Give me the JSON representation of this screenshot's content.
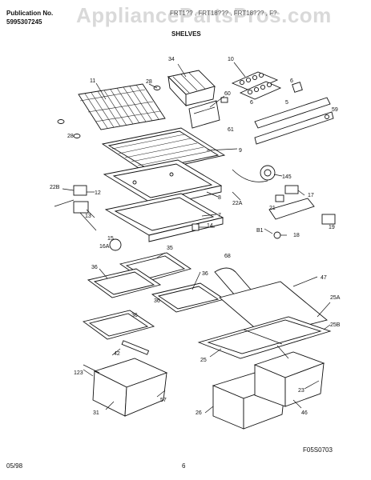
{
  "header": {
    "publication_label": "Publication No.",
    "publication_number": "5995307245",
    "model_line": "FRT1?? , FRT18??? , FRT18??? , F?",
    "section_title": "SHELVES"
  },
  "watermark": "AppliancePartsPros.com",
  "footer": {
    "date": "05/98",
    "page": "6",
    "figure_code": "F05S0703"
  },
  "part_labels": {
    "p34": "34",
    "p10": "10",
    "p11": "11",
    "p28a": "28",
    "p60": "60",
    "p6a": "6",
    "p5": "5",
    "p59": "59",
    "p6b": "6",
    "p61": "61",
    "p28b": "28",
    "p9": "9",
    "p145": "145",
    "p22b": "22B",
    "p12": "12",
    "p8": "8",
    "p17": "17",
    "p22a": "22A",
    "p21": "21",
    "p13": "13",
    "p7": "7",
    "p19": "19",
    "p14": "14",
    "p81": "B1",
    "p18": "18",
    "p15": "15",
    "p16a": "16A",
    "p35": "35",
    "p36a": "36",
    "p36b": "36",
    "p68": "68",
    "p47": "47",
    "p36c": "36",
    "p25a": "25A",
    "p36d": "36",
    "p25b": "25B",
    "p42": "42",
    "p25": "25",
    "p123": "123",
    "p23": "23",
    "p57": "57",
    "p31": "31",
    "p46": "46",
    "p26": "26"
  }
}
